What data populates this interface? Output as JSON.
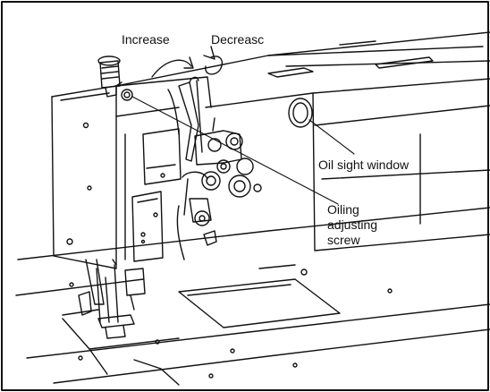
{
  "labels": {
    "increase": "Increase",
    "decrease": "Decreasc",
    "oil_sight_window": "Oil sight window",
    "oiling_adjusting_screw": [
      "Oiling",
      "adjusting",
      "screw"
    ]
  },
  "colors": {
    "line": "#111111",
    "background": "#ffffff"
  }
}
